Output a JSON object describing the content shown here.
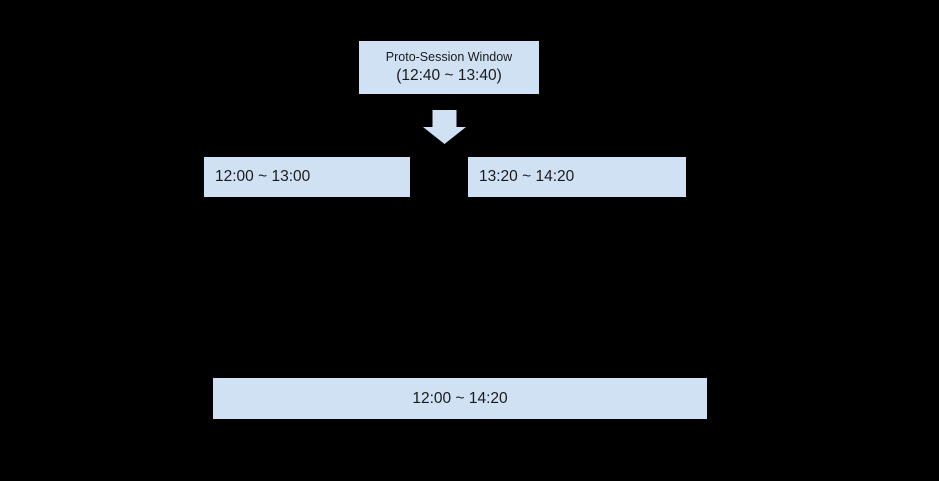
{
  "diagram": {
    "background_color": "#000000",
    "node_fill_color": "#cfe1f3",
    "node_text_color": "#1a1a1a",
    "arrow_color": "#cfe1f3",
    "nodes": {
      "proto_session": {
        "title": "Proto-Session Window",
        "range": "(12:40 ~ 13:40)"
      },
      "left_session": {
        "range": "12:00 ~ 13:00"
      },
      "right_session": {
        "range": "13:20 ~ 14:20"
      },
      "merged_session": {
        "range": "12:00 ~ 14:20"
      }
    },
    "connectors": [
      {
        "name": "down-arrow",
        "icon": "arrow-down-icon",
        "from": "proto_session",
        "to": "session_row"
      }
    ]
  }
}
